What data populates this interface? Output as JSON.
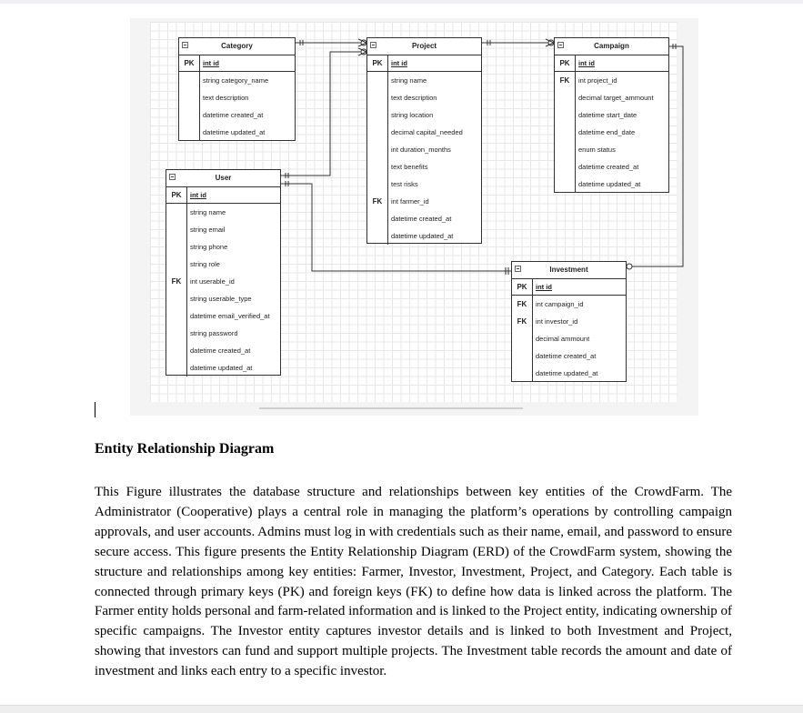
{
  "entities": {
    "category": {
      "title": "Category",
      "pk": {
        "key": "PK",
        "field": "int id"
      },
      "fields": [
        {
          "key": "",
          "field": "string category_name"
        },
        {
          "key": "",
          "field": "text description"
        },
        {
          "key": "",
          "field": "datetime created_at"
        },
        {
          "key": "",
          "field": "datetime updated_at"
        }
      ]
    },
    "project": {
      "title": "Project",
      "pk": {
        "key": "PK",
        "field": "int id"
      },
      "fields": [
        {
          "key": "",
          "field": "string name"
        },
        {
          "key": "",
          "field": "text description"
        },
        {
          "key": "",
          "field": "string location"
        },
        {
          "key": "",
          "field": "decimal capital_needed"
        },
        {
          "key": "",
          "field": "int duration_months"
        },
        {
          "key": "",
          "field": "text benefits"
        },
        {
          "key": "",
          "field": "test risks"
        },
        {
          "key": "FK",
          "field": "int farmer_id"
        },
        {
          "key": "",
          "field": "datetime created_at"
        },
        {
          "key": "",
          "field": "datetime updated_at"
        }
      ]
    },
    "campaign": {
      "title": "Campaign",
      "pk": {
        "key": "PK",
        "field": "int id"
      },
      "fields": [
        {
          "key": "FK",
          "field": "int project_id"
        },
        {
          "key": "",
          "field": "decimal target_ammount"
        },
        {
          "key": "",
          "field": "datetime start_date"
        },
        {
          "key": "",
          "field": "datetime end_date"
        },
        {
          "key": "",
          "field": "enum status"
        },
        {
          "key": "",
          "field": "datetime created_at"
        },
        {
          "key": "",
          "field": "datetime updated_at"
        }
      ]
    },
    "user": {
      "title": "User",
      "pk": {
        "key": "PK",
        "field": "int id"
      },
      "fields": [
        {
          "key": "",
          "field": "string name"
        },
        {
          "key": "",
          "field": "string email"
        },
        {
          "key": "",
          "field": "string phone"
        },
        {
          "key": "",
          "field": "string role"
        },
        {
          "key": "FK",
          "field": "int userable_id"
        },
        {
          "key": "",
          "field": "string userable_type"
        },
        {
          "key": "",
          "field": "datetime email_verified_at"
        },
        {
          "key": "",
          "field": "string password"
        },
        {
          "key": "",
          "field": "datetime created_at"
        },
        {
          "key": "",
          "field": "datetime updated_at"
        }
      ]
    },
    "investment": {
      "title": "Investment",
      "pk": {
        "key": "PK",
        "field": "int id"
      },
      "fields": [
        {
          "key": "FK",
          "field": "int campaign_id"
        },
        {
          "key": "FK",
          "field": "int investor_id"
        },
        {
          "key": "",
          "field": "decimal ammount"
        },
        {
          "key": "",
          "field": "datetime created_at"
        },
        {
          "key": "",
          "field": "datetime updated_at"
        }
      ]
    }
  },
  "document": {
    "heading": "Entity Relationship Diagram",
    "paragraph": "This Figure illustrates the database structure and relationships between key entities of the CrowdFarm. The Administrator (Cooperative) plays a central role in managing the platform’s operations by controlling campaign approvals, and user accounts. Admins must log in with credentials such as their name, email, and password to ensure secure access. This figure presents the Entity Relationship Diagram (ERD) of the CrowdFarm system, showing the structure and relationships among key entities: Farmer, Investor, Investment, Project, and Category. Each table is connected through primary keys (PK) and foreign keys (FK) to define how data is linked across the platform. The Farmer entity holds personal and farm-related information and is linked to the Project entity, indicating ownership of specific campaigns. The Investor entity captures investor details and is linked to both Investment and Project, showing that investors can fund and support multiple projects. The Investment table records the amount and date of investment and links each entry to a specific investor."
  }
}
